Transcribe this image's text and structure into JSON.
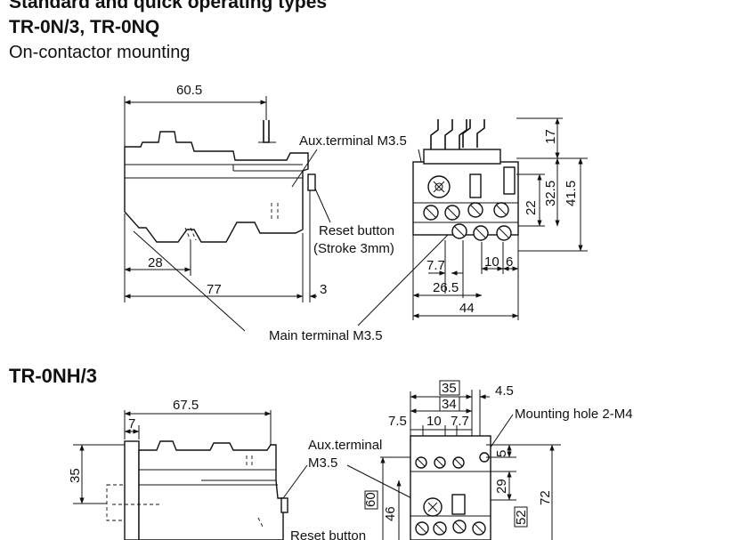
{
  "header": {
    "title_line1": "Standard and quick operating types",
    "title_line2": "TR-0N/3, TR-0NQ",
    "subtitle": "On-contactor mounting"
  },
  "section1": {
    "dims": {
      "width_top": "60.5",
      "left_28": "28",
      "bottom_77": "77",
      "offset_3": "3",
      "right_17": "17",
      "right_22": "22",
      "right_32_5": "32.5",
      "right_41_5": "41.5",
      "b_7_7": "7.7",
      "b_10": "10",
      "b_6": "6",
      "b_26_5": "26.5",
      "b_44": "44"
    },
    "labels": {
      "aux_terminal": "Aux.terminal M3.5",
      "reset_button": "Reset button",
      "stroke": "(Stroke 3mm)",
      "main_terminal": "Main terminal M3.5"
    }
  },
  "section2": {
    "title": "TR-0NH/3",
    "dims": {
      "width_top": "67.5",
      "left_7": "7",
      "left_35": "35",
      "box_35": "35",
      "box_34": "34",
      "d_4_5": "4.5",
      "d_7_5": "7.5",
      "d_10": "10",
      "d_7_7": "7.7",
      "d_5": "5",
      "d_29": "29",
      "d_46": "46",
      "box_60": "60",
      "box_52": "52",
      "d_72": "72"
    },
    "labels": {
      "mounting_hole": "Mounting hole 2-M4",
      "aux_terminal_1": "Aux.terminal",
      "aux_terminal_2": "M3.5",
      "reset_button": "Reset button"
    }
  }
}
